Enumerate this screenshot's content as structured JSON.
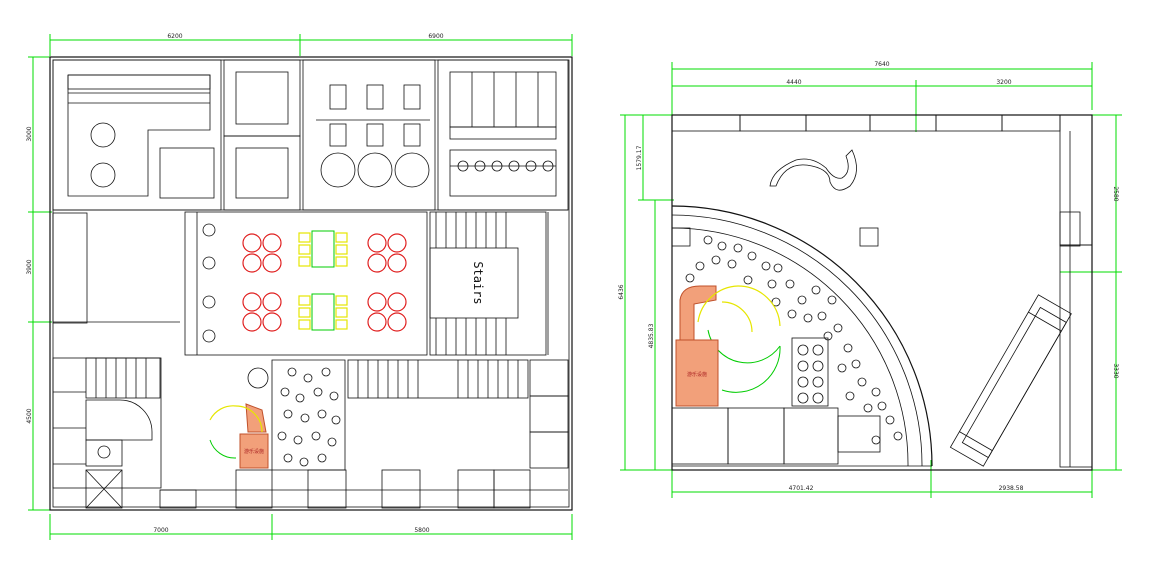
{
  "left_plan": {
    "dims_top": [
      "6200",
      "6900"
    ],
    "dims_bottom": [
      "7000",
      "5800"
    ],
    "dims_left": [
      "3000",
      "3900",
      "4500"
    ],
    "stairs_label": "Stairs",
    "sign_text": "游乐设施"
  },
  "right_plan": {
    "dims_top_total": "7640",
    "dims_top": [
      "4440",
      "3200"
    ],
    "dims_left": [
      "1579.17",
      "6436",
      "4835.83"
    ],
    "dims_right": [
      "2580",
      "3330"
    ],
    "dims_bottom": [
      "4701.42",
      "2938.58"
    ],
    "sign_text": "游乐设施"
  }
}
